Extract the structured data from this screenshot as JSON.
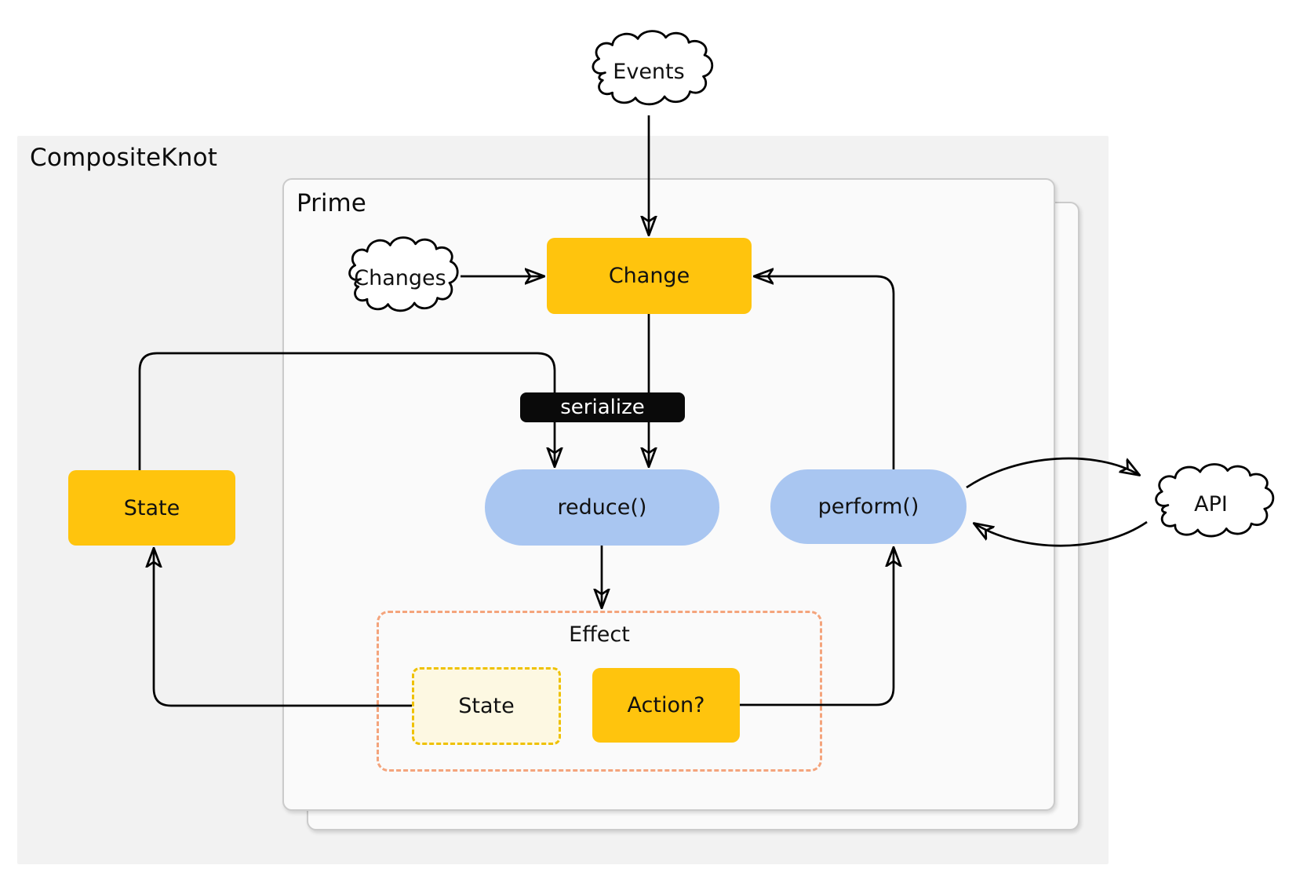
{
  "labels": {
    "composite": "CompositeKnot",
    "prime": "Prime",
    "effect": "Effect"
  },
  "nodes": {
    "events": "Events",
    "changes": "Changes",
    "change": "Change",
    "serialize": "serialize",
    "state": "State",
    "reduce": "reduce()",
    "perform": "perform()",
    "effect_state": "State",
    "action": "Action?",
    "api": "API"
  },
  "edges": [
    {
      "from": "Events",
      "to": "Change"
    },
    {
      "from": "Changes",
      "to": "Change"
    },
    {
      "from": "perform()",
      "to": "Change"
    },
    {
      "from": "Change",
      "to": "reduce()",
      "via": "serialize"
    },
    {
      "from": "State",
      "to": "reduce()",
      "via": "serialize"
    },
    {
      "from": "reduce()",
      "to": "Effect"
    },
    {
      "from": "Effect.State",
      "to": "State"
    },
    {
      "from": "Effect.Action?",
      "to": "perform()"
    },
    {
      "from": "perform()",
      "to": "API"
    },
    {
      "from": "API",
      "to": "perform()"
    }
  ],
  "colors": {
    "yellow": "#FFC40D",
    "pale_yellow": "#FDF8E2",
    "gold_dash": "#EFC100",
    "blue": "#A9C6F1",
    "orange_dash": "#F4A47C",
    "container_bg": "#F2F2F2",
    "panel_bg": "#FAFAFA",
    "panel_border": "#CBCBCB",
    "line": "#000000",
    "serialize_bg": "#0A0A0A",
    "serialize_text": "#FFFFFF",
    "canvas_bg": "#FFFFFF"
  }
}
